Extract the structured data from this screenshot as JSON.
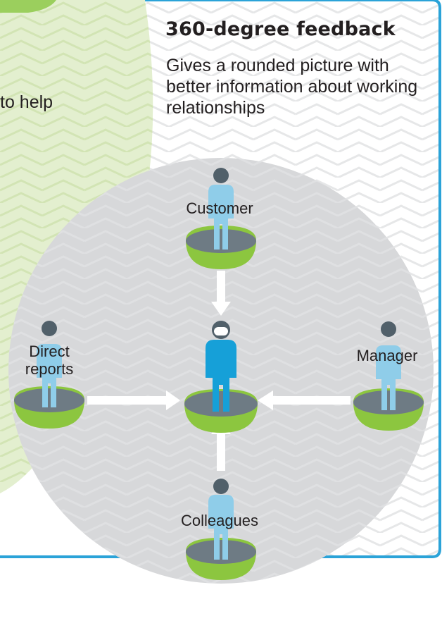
{
  "panel": {
    "title": "360-degree feedback",
    "subtitle": "Gives a rounded picture with better information about working relationships"
  },
  "left_panel": {
    "visible_text": "to help"
  },
  "diagram": {
    "center_figure": "employee",
    "sources": [
      {
        "id": "customer",
        "label": "Customer",
        "position": "top"
      },
      {
        "id": "direct-reports",
        "label": "Direct reports",
        "position": "left"
      },
      {
        "id": "manager",
        "label": "Manager",
        "position": "right"
      },
      {
        "id": "colleagues",
        "label": "Colleagues",
        "position": "bottom"
      }
    ]
  },
  "colors": {
    "panel_border": "#2ba3d8",
    "circle_fill": "#d7d8da",
    "green_panel": "#e3efcf",
    "center_figure": "#16a0d8",
    "source_figure": "#8fcde9",
    "head": "#51606a",
    "pedestal_top": "#6e7b84",
    "pedestal_bottom": "#8cc63f",
    "arrow": "#ffffff"
  }
}
